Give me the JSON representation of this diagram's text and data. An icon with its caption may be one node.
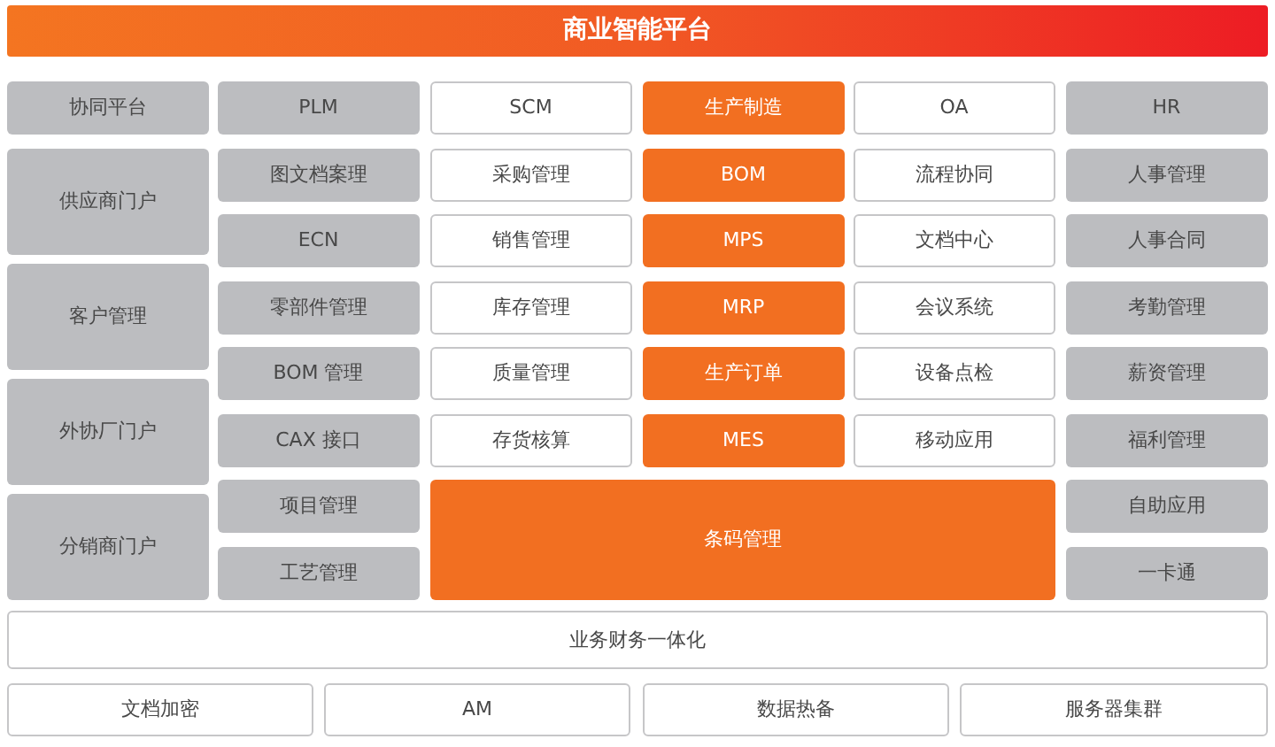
{
  "diagram": {
    "nodes": [
      {
        "text": [
          "商业智能平台"
        ]
      },
      {
        "text": [
          "协同平台"
        ]
      },
      {
        "text": [
          "PLM"
        ]
      },
      {
        "text": [
          "SCM"
        ]
      },
      {
        "text": [
          "生产制造"
        ]
      },
      {
        "text": [
          "OA"
        ]
      },
      {
        "text": [
          "HR"
        ]
      },
      {
        "text": [
          "供应商门户"
        ]
      },
      {
        "text": [
          "图文档案理"
        ]
      },
      {
        "text": [
          "采购管理"
        ]
      },
      {
        "text": [
          "BOM"
        ]
      },
      {
        "text": [
          "流程协同"
        ]
      },
      {
        "text": [
          "人事管理"
        ]
      },
      {
        "text": [
          "ECN"
        ]
      },
      {
        "text": [
          "销售管理"
        ]
      },
      {
        "text": [
          "MPS"
        ]
      },
      {
        "text": [
          "文档中心"
        ]
      },
      {
        "text": [
          "人事合同"
        ]
      },
      {
        "text": [
          "客户管理"
        ]
      },
      {
        "text": [
          "零部件管理"
        ]
      },
      {
        "text": [
          "库存管理"
        ]
      },
      {
        "text": [
          "MRP"
        ]
      },
      {
        "text": [
          "会议系统"
        ]
      },
      {
        "text": [
          "考勤管理"
        ]
      },
      {
        "text": [
          "BOM 管理"
        ]
      },
      {
        "text": [
          "质量管理"
        ]
      },
      {
        "text": [
          "生产订单"
        ]
      },
      {
        "text": [
          "设备点检"
        ]
      },
      {
        "text": [
          "薪资管理"
        ]
      },
      {
        "text": [
          "外协厂门户"
        ]
      },
      {
        "text": [
          "CAX 接口"
        ]
      },
      {
        "text": [
          "存货核算"
        ]
      },
      {
        "text": [
          "MES"
        ]
      },
      {
        "text": [
          "移动应用"
        ]
      },
      {
        "text": [
          "福利管理"
        ]
      },
      {
        "text": [
          "分销商门户"
        ]
      },
      {
        "text": [
          "项目管理"
        ]
      },
      {
        "text": [
          "条码管理"
        ]
      },
      {
        "text": [
          "自助应用"
        ]
      },
      {
        "text": [
          "工艺管理"
        ]
      },
      {
        "text": [
          "一卡通"
        ]
      },
      {
        "text": [
          "业务财务一体化"
        ]
      },
      {
        "text": [
          "文档加密"
        ]
      },
      {
        "text": [
          "AM"
        ]
      },
      {
        "text": [
          "数据热备"
        ]
      },
      {
        "text": [
          "服务器集群"
        ]
      }
    ]
  }
}
